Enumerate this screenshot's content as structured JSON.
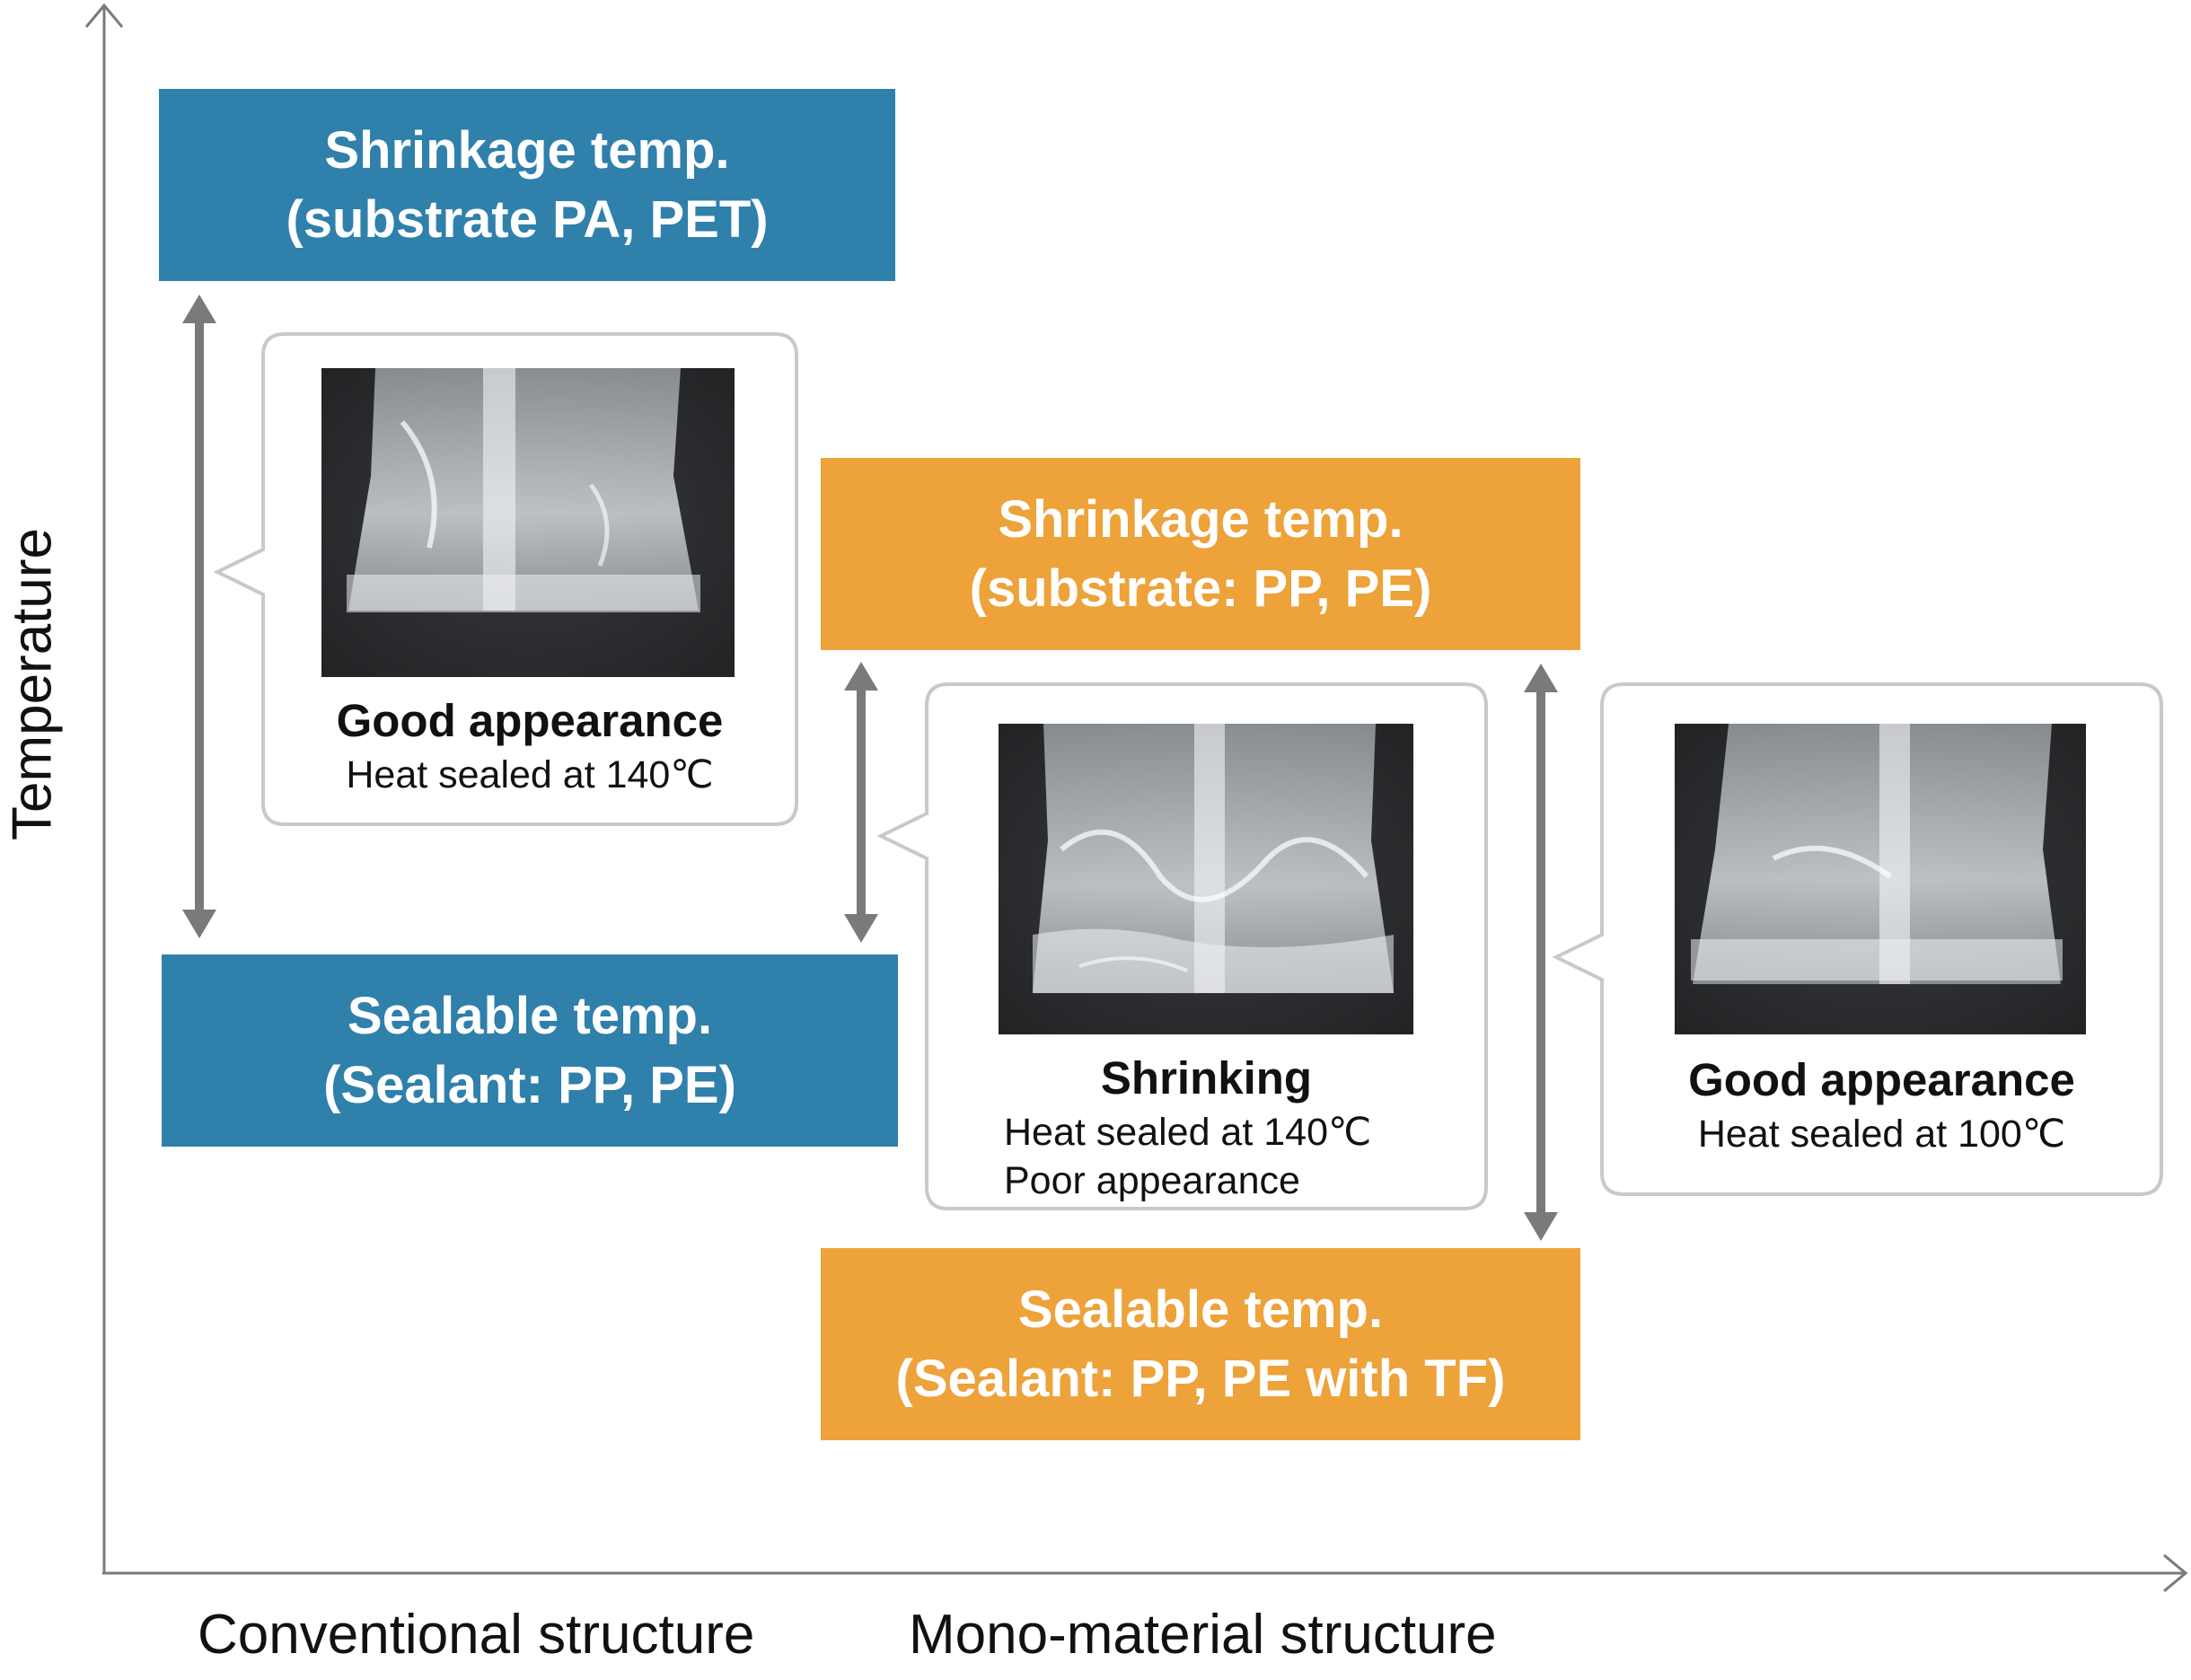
{
  "axes": {
    "y_label": "Temperature",
    "x_labels": [
      "Conventional structure",
      "Mono-material structure"
    ]
  },
  "colors": {
    "conventional": "#2f80ab",
    "mono_material": "#eda23a",
    "arrow": "#7a7a7a",
    "callout_border": "#c9c9c9",
    "axis": "#7a7a7a"
  },
  "conventional": {
    "shrinkage_box": [
      "Shrinkage temp.",
      "(substrate PA, PET)"
    ],
    "sealable_box": [
      "Sealable temp.",
      "(Sealant: PP, PE)"
    ],
    "callout": {
      "title": "Good appearance",
      "lines": [
        "Heat sealed at 140℃"
      ]
    }
  },
  "mono_material": {
    "shrinkage_box": [
      "Shrinkage temp.",
      "(substrate: PP, PE)"
    ],
    "sealable_box": [
      "Sealable temp.",
      "(Sealant: PP, PE with TF)"
    ],
    "callout_shrinking": {
      "title": "Shrinking",
      "lines": [
        "Heat sealed at 140℃",
        "Poor appearance"
      ]
    },
    "callout_good": {
      "title": "Good appearance",
      "lines": [
        "Heat sealed at 100℃"
      ]
    }
  },
  "photos": [
    "bag-photo-icon",
    "bag-photo-icon",
    "bag-photo-icon"
  ]
}
